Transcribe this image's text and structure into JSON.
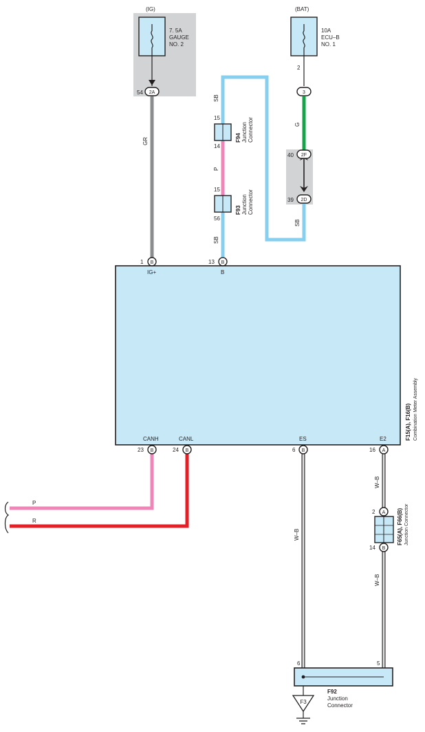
{
  "colors": {
    "sb": "#87cfee",
    "gr": "#8a8c8e",
    "g": "#16a34a",
    "p": "#f086b8",
    "r": "#e61e25",
    "box_fill": "#c6e8f7",
    "shade": "#d1d3d4"
  },
  "power": {
    "ig_label": "(IG)",
    "bat_label": "(BAT)",
    "fuse_ig": {
      "line1": "7. 5A",
      "line2": "GAUGE",
      "line3": "NO. 2",
      "pin": "54",
      "connector": "2A"
    },
    "fuse_bat": {
      "line1": "10A",
      "line2": "ECU–B",
      "line3": "NO. 1",
      "pin_top": "2",
      "connector": "3"
    }
  },
  "wires": {
    "gr": "GR",
    "sb_top": "SB",
    "p_mid": "P",
    "sb_lower": "SB",
    "g": "G",
    "sb_right": "SB",
    "p_left": "P",
    "r_left": "R",
    "wb_es": "W–B",
    "wb_e2_upper": "W–B",
    "wb_e2_lower": "W–B"
  },
  "junctions": {
    "f94": {
      "code": "F94",
      "line1": "Junction",
      "line2": "Connector",
      "pin_top": "15",
      "pin_bottom": "14"
    },
    "f93": {
      "code": "F93",
      "line1": "Junction",
      "line2": "Connector",
      "pin_top": "15",
      "pin_bottom": "56"
    },
    "splice": {
      "top_pin": "40",
      "top_conn": "2F",
      "bottom_pin": "39",
      "bottom_conn": "2D"
    },
    "f65": {
      "code": "F65(A), F66(B)",
      "name": "Junction Connector",
      "pin_top": "2",
      "conn_top": "A",
      "pin_bottom": "14",
      "conn_bottom": "B"
    },
    "f92": {
      "code": "F92",
      "line1": "Junction",
      "line2": "Connector",
      "pin_left": "6",
      "pin_right": "5"
    },
    "ground": "F3"
  },
  "meter": {
    "code": "F15(A), F16(B)",
    "name": "Combination Meter Assembly",
    "top_pins": [
      {
        "num": "1",
        "conn": "B",
        "label": "IG+"
      },
      {
        "num": "13",
        "conn": "B",
        "label": "B"
      }
    ],
    "bottom_pins": [
      {
        "num": "23",
        "conn": "B",
        "label": "CANH"
      },
      {
        "num": "24",
        "conn": "B",
        "label": "CANL"
      },
      {
        "num": "6",
        "conn": "B",
        "label": "ES"
      },
      {
        "num": "16",
        "conn": "A",
        "label": "E2"
      }
    ]
  }
}
